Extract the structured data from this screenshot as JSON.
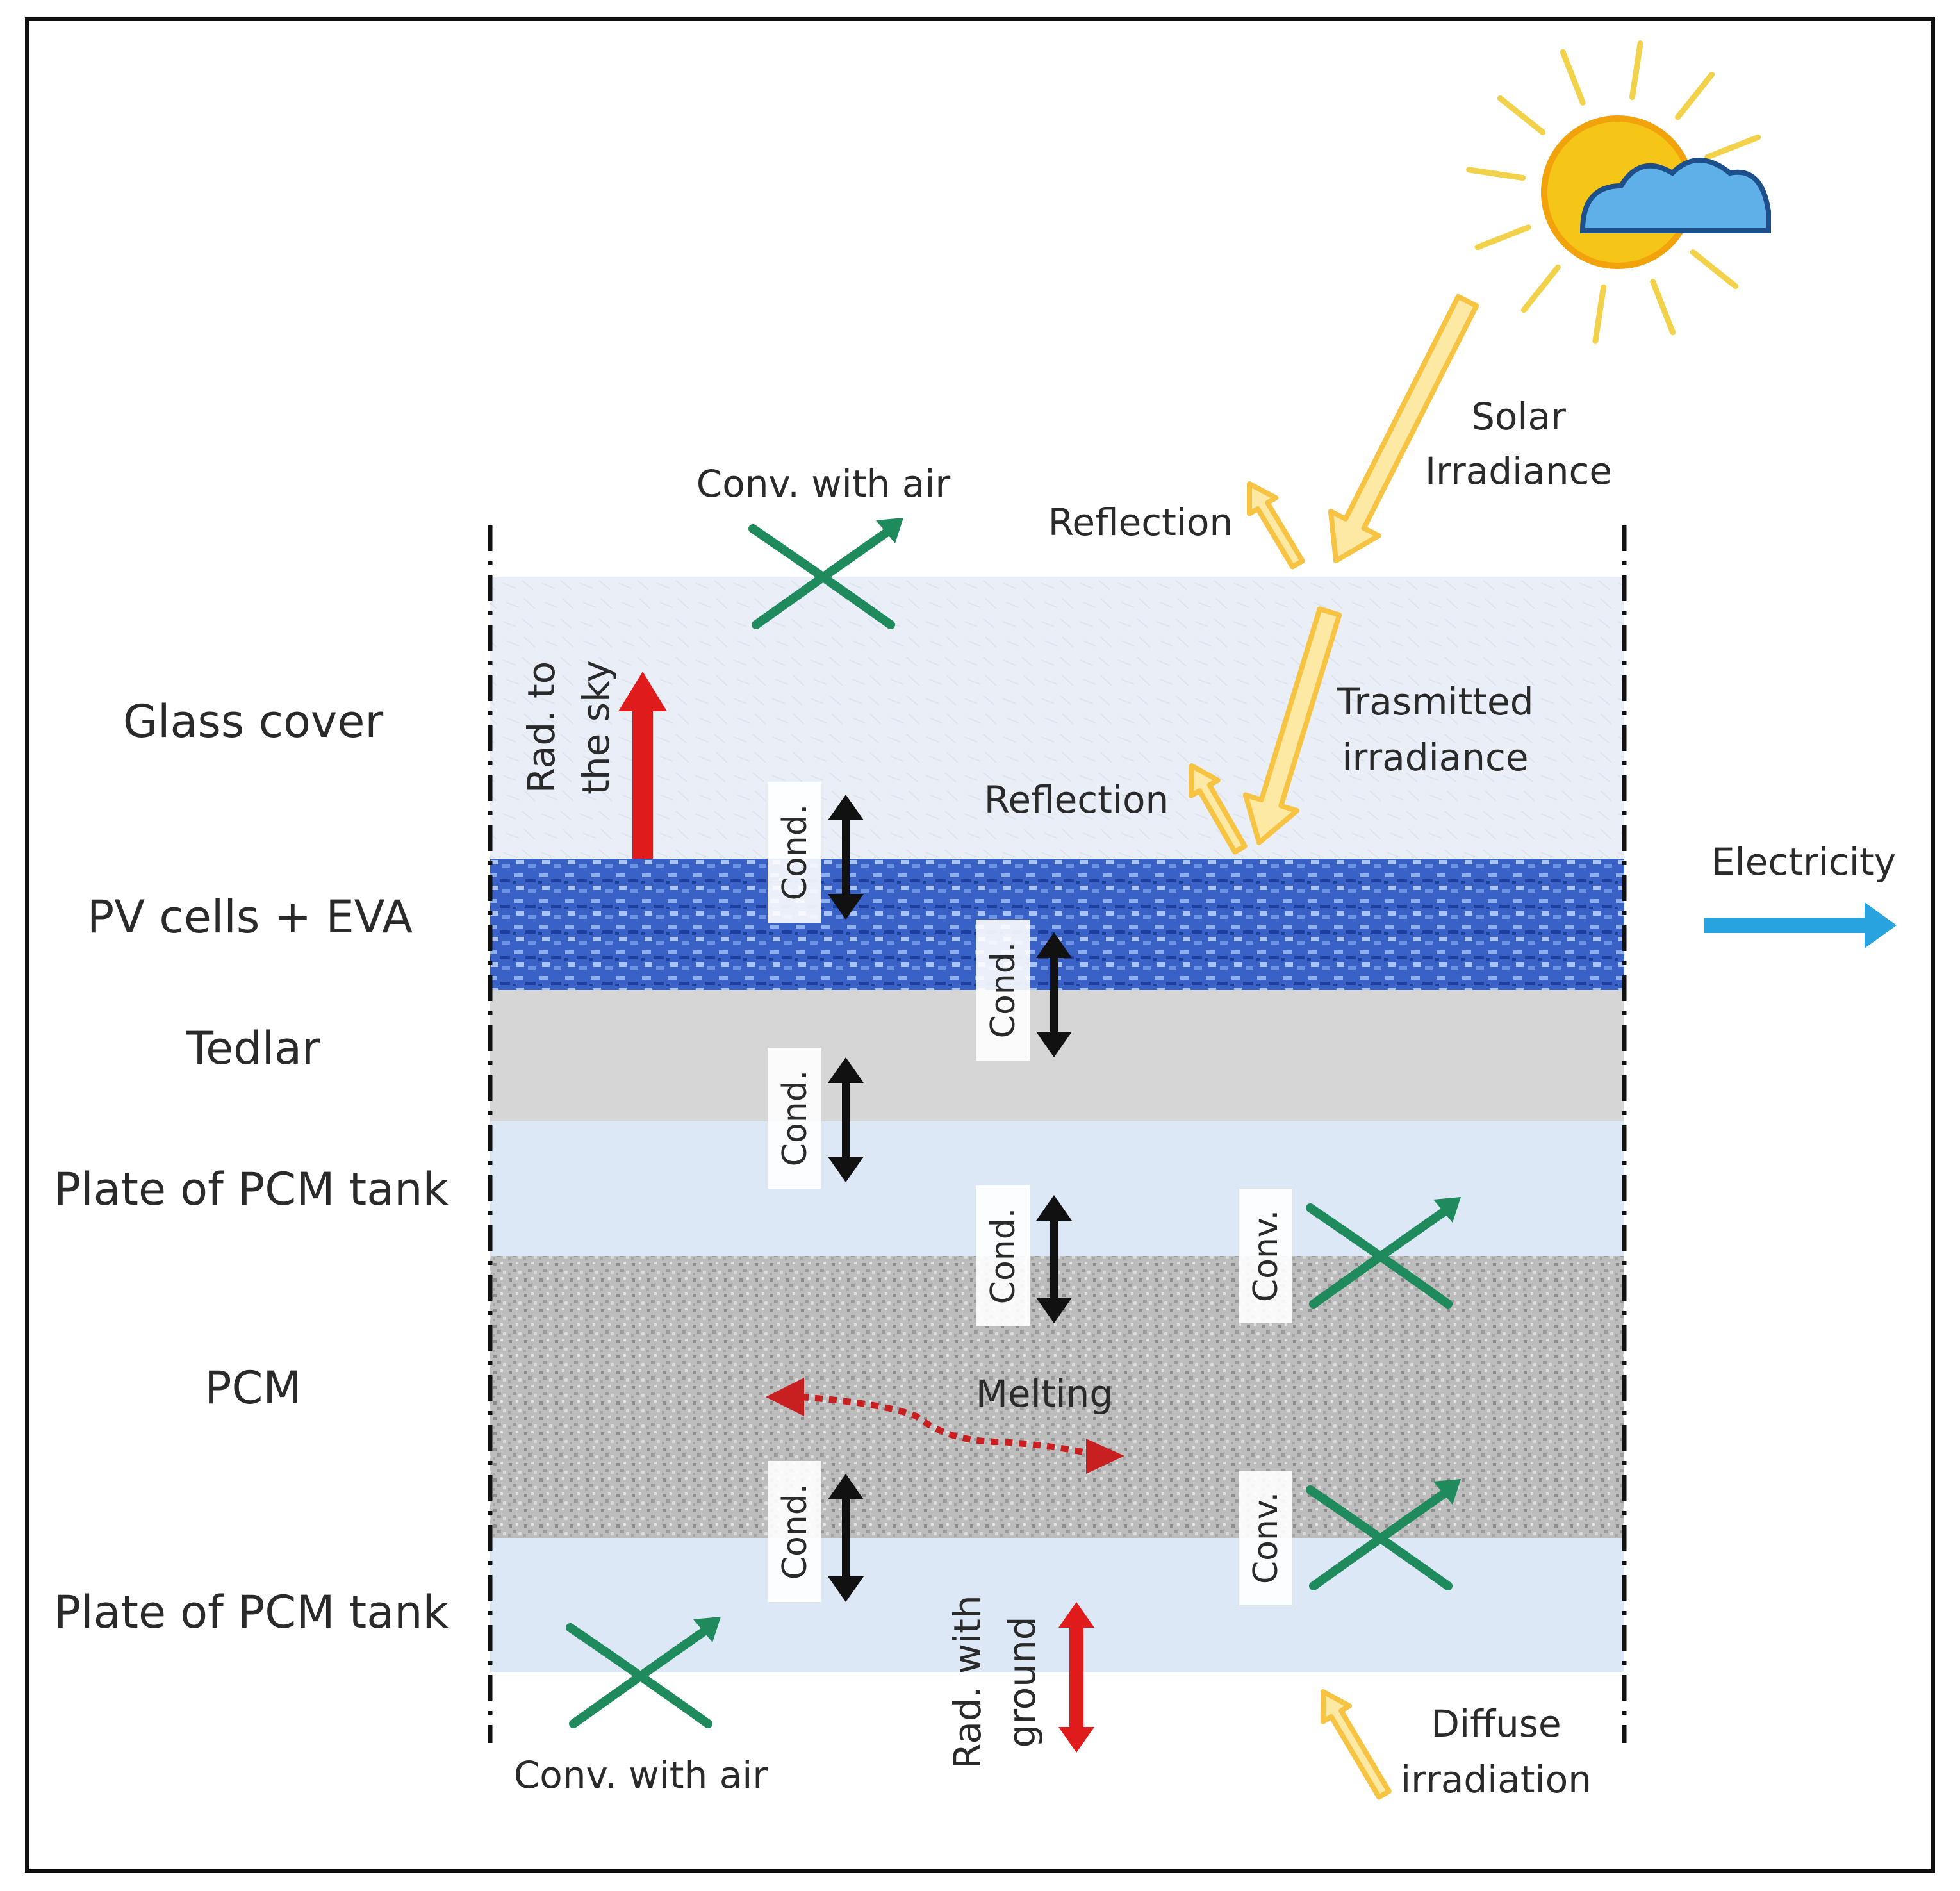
{
  "layers": [
    {
      "key": "glass",
      "name": "Glass cover",
      "color": "#e9eef7"
    },
    {
      "key": "pv",
      "name": "PV cells + EVA",
      "color": "#3d64c8"
    },
    {
      "key": "tedlar",
      "name": "Tedlar",
      "color": "#d6d6d6"
    },
    {
      "key": "plate_top",
      "name": "Plate of PCM tank",
      "color": "#dce8f5"
    },
    {
      "key": "pcm",
      "name": "PCM",
      "color": "#b4b4b4"
    },
    {
      "key": "plate_bottom",
      "name": "Plate of PCM tank",
      "color": "#dce8f5"
    }
  ],
  "labels": {
    "conv_air_top": "Conv. with air",
    "conv_air_bottom": "Conv. with air",
    "reflection_1": "Reflection",
    "reflection_2": "Reflection",
    "solar_1": "Solar",
    "solar_2": "Irradiance",
    "transmitted_1": "Trasmitted",
    "transmitted_2": "irradiance",
    "electricity": "Electricity",
    "rad_sky_1": "Rad. to",
    "rad_sky_2": "the sky",
    "cond": "Cond.",
    "conv": "Conv.",
    "melting": "Melting",
    "rad_ground_1": "Rad. with",
    "rad_ground_2": "ground",
    "diffuse_1": "Diffuse",
    "diffuse_2": "irradiation"
  },
  "colors": {
    "solar_arrow": "#f6c343",
    "conv_arrow": "#1f8a5b",
    "rad_arrow": "#e01b1b",
    "electricity_arrow": "#29a3e0",
    "cond_arrow": "#111111",
    "sun": "#f5c518",
    "cloud": "#5fb0e8"
  }
}
